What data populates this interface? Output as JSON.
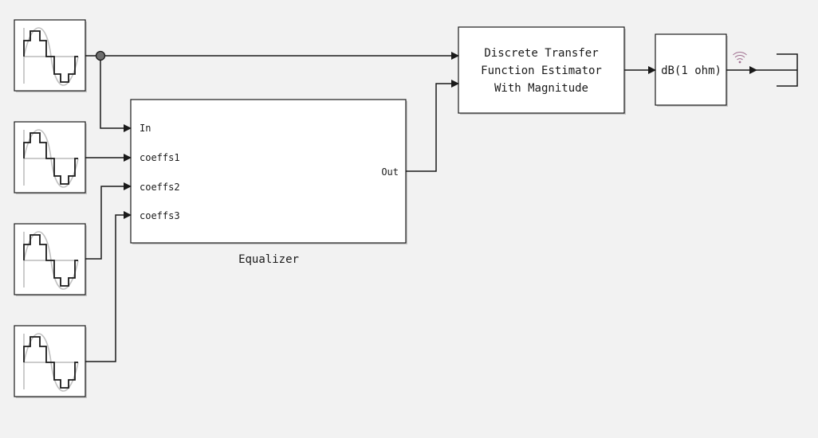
{
  "diagram": {
    "blocks": {
      "source_1": {
        "kind": "signal-source"
      },
      "source_2": {
        "kind": "signal-source"
      },
      "source_3": {
        "kind": "signal-source"
      },
      "source_4": {
        "kind": "signal-source"
      },
      "equalizer": {
        "name": "Equalizer",
        "inputs": [
          "In",
          "coeffs1",
          "coeffs2",
          "coeffs3"
        ],
        "output": "Out"
      },
      "estimator": {
        "lines": [
          "Discrete Transfer",
          "Function Estimator",
          "With Magnitude"
        ]
      },
      "db_converter": {
        "label": "dB(1 ohm)"
      },
      "scope": {
        "kind": "output-terminal"
      }
    },
    "colors": {
      "background": "#f2f2f2",
      "block_fill": "#ffffff",
      "line": "#1a1a1a",
      "wave_grey": "#c0c0c0",
      "wireless_icon": "#a07090"
    }
  }
}
